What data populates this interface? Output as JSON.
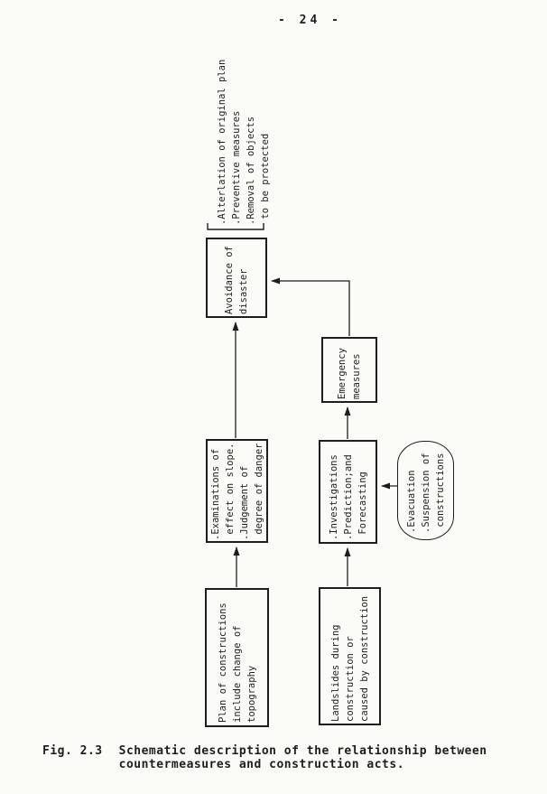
{
  "page": {
    "number_label": "- 24 -"
  },
  "diagram": {
    "annotation_list": {
      "text": ".Alterlation of original plan\n.Preventive measures\n.Removal of objects\n to be protected"
    },
    "boxes": {
      "avoidance": {
        "text": "Avoidance of\ndisaster"
      },
      "emergency": {
        "text": "Emergency\nmeasures"
      },
      "examinations": {
        "text": ".Examinations of\n effect on slope.\n.Judgement of\n degree of danger"
      },
      "investigations": {
        "text": ".Investigations\n.Prediction;and\n Forecasting"
      },
      "evacuation": {
        "text": ".Evacuation\n.Suspension of\n constructions"
      },
      "plan": {
        "text": "Plan of constructions\ninclude change of\ntopography"
      },
      "landslides": {
        "text": "Landslides during\nconstruction or\ncaused by construction"
      }
    }
  },
  "caption": {
    "label": "Fig. 2.3",
    "text": "Schematic description of the relationship between\ncountermeasures and construction acts."
  },
  "colors": {
    "ink": "#1e1e1e",
    "paper": "#fbfbf8"
  }
}
